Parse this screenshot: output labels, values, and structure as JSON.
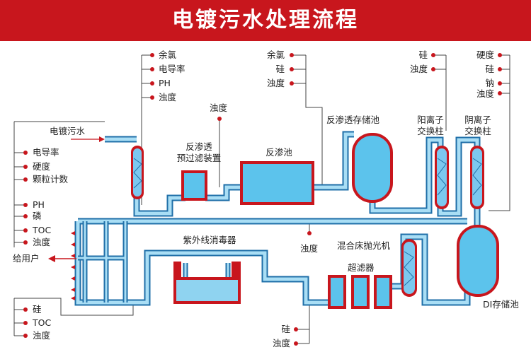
{
  "title": "电镀污水处理流程",
  "colors": {
    "accent": "#c8161d",
    "pipe": "#8fd3f0",
    "pipe_border": "#1f6fa8",
    "tank": "#5cc3ec",
    "frame": "#c8161d",
    "dot": "#c8161d"
  },
  "params": {
    "top_left": [
      "余氯",
      "电导率",
      "PH",
      "浊度"
    ],
    "pretreat": "浊度",
    "ro_tank": [
      "余氯",
      "硅",
      "浊度"
    ],
    "cation": [
      "硅",
      "浊度"
    ],
    "right": [
      "硬度",
      "硅",
      "钠",
      "浊度"
    ],
    "left": [
      "电导率",
      "硬度",
      "颗粒计数",
      "PH",
      "磷",
      "TOC",
      "浊度"
    ],
    "loop": "浊度",
    "bottom_left": [
      "硅",
      "TOC",
      "浊度"
    ],
    "bottom": [
      "硅",
      "浊度"
    ]
  },
  "units": {
    "inflow": "电镀污水",
    "pretreat": [
      "反渗透",
      "预过滤装置"
    ],
    "ro_pool": "反渗池",
    "ro_tank": "反渗透存储池",
    "cation": [
      "阳离子",
      "交换柱"
    ],
    "anion": [
      "阴离子",
      "交换柱"
    ],
    "uv": "紫外线消毒器",
    "mixed_bed": "混合床抛光机",
    "uf": "超滤器",
    "di_tank": "DI存储池",
    "user": "给用户"
  }
}
